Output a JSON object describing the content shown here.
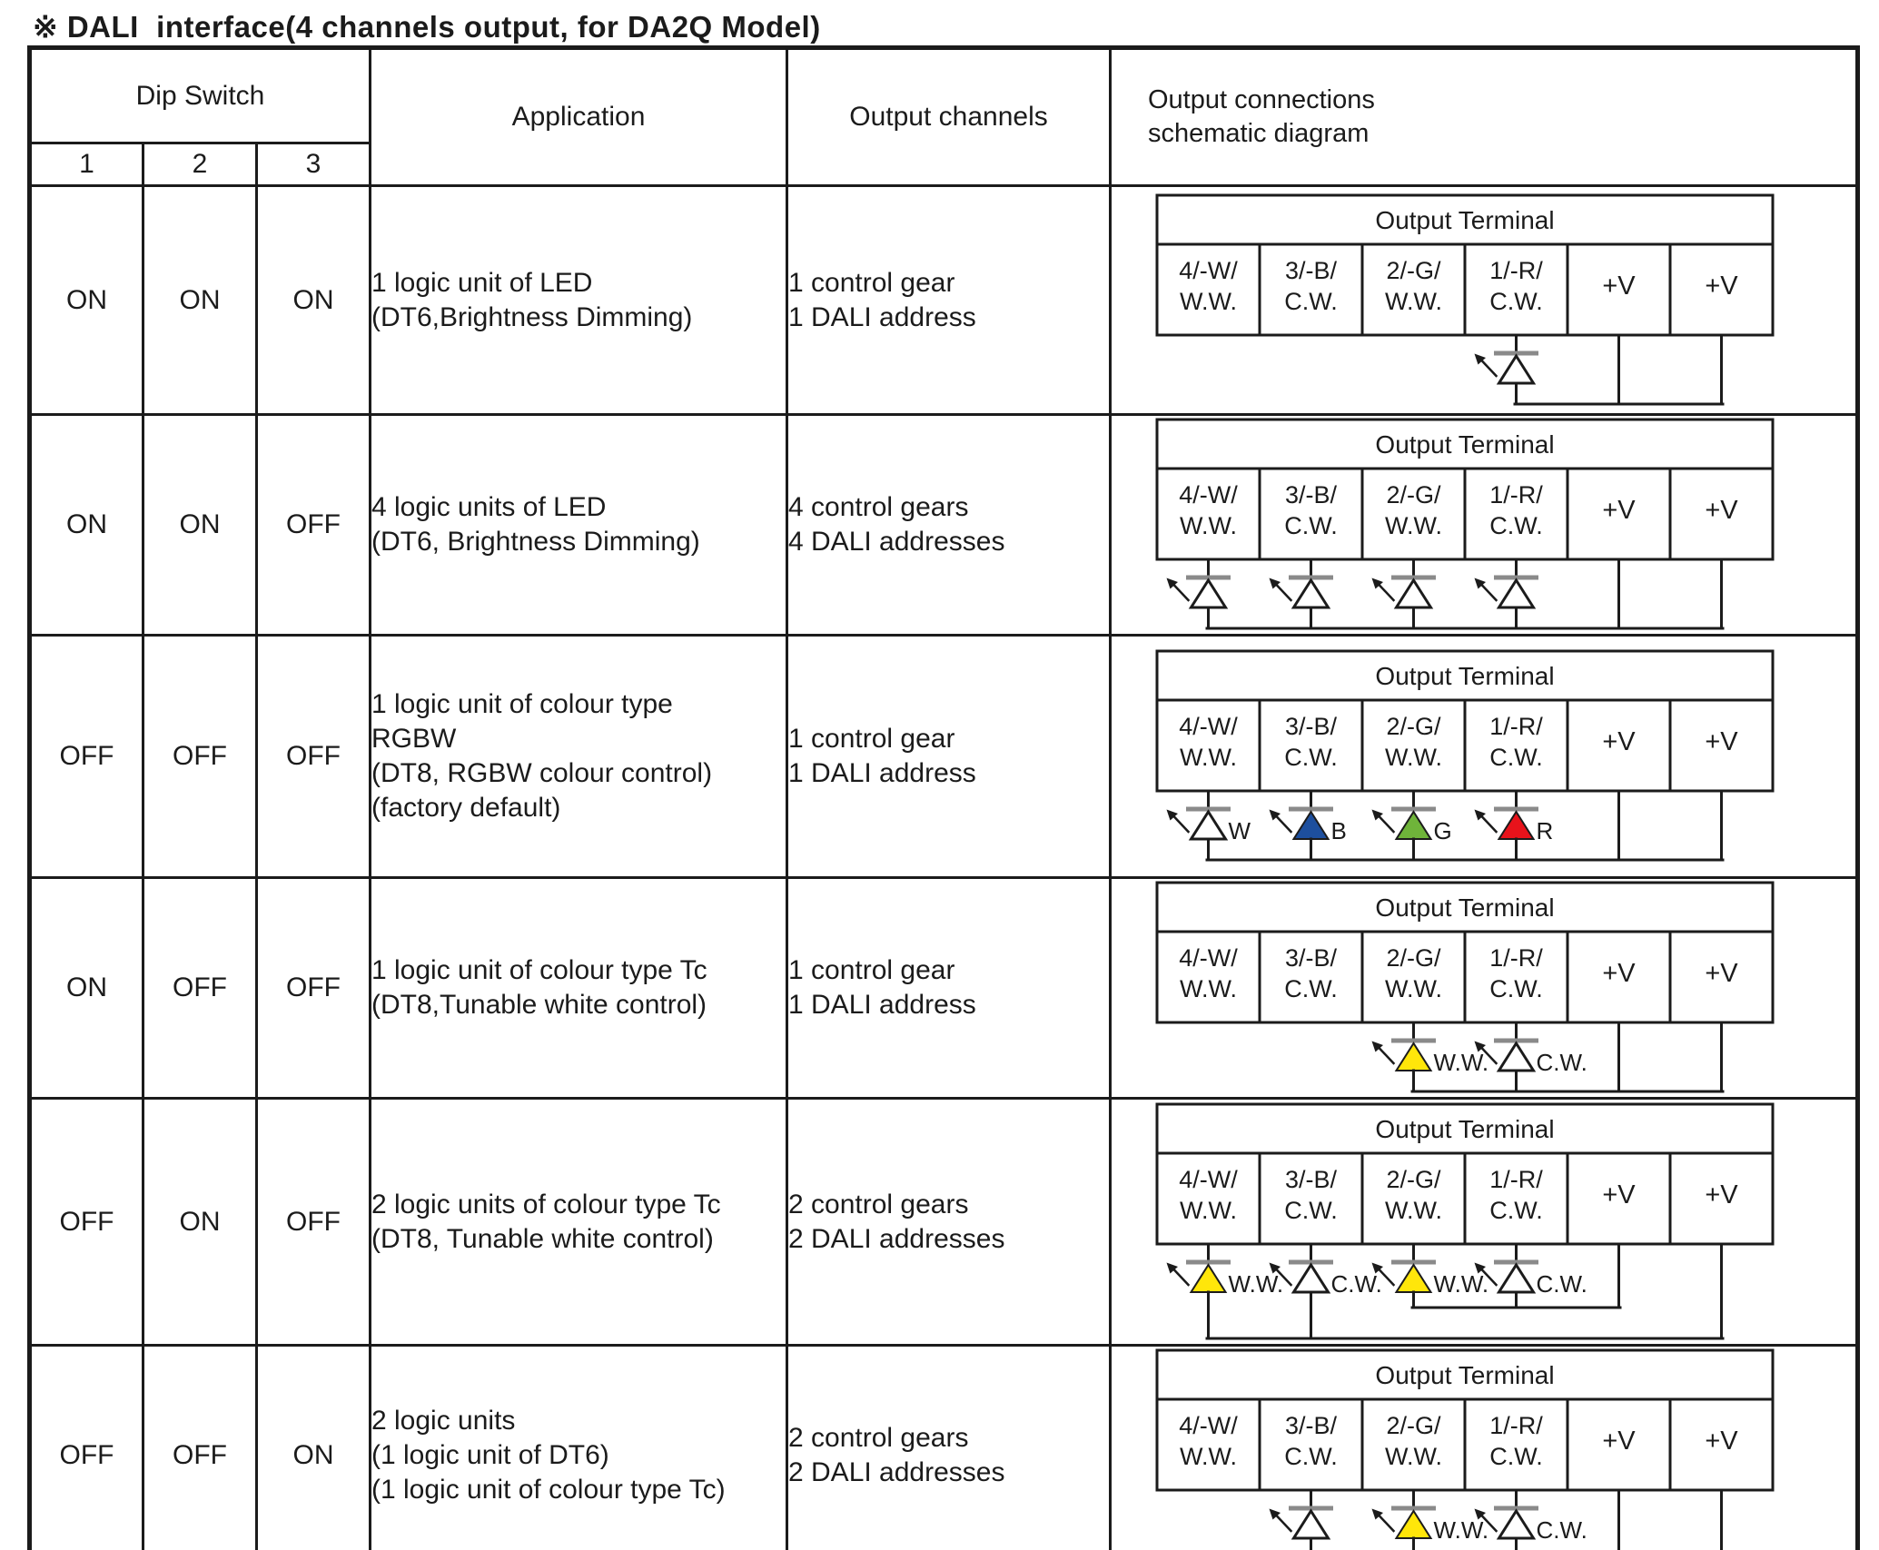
{
  "title": "※ DALI  interface(4 channels output, for DA2Q Model)",
  "table": {
    "headers": {
      "dip_switch": "Dip Switch",
      "dip_cols": [
        "1",
        "2",
        "3"
      ],
      "application": "Application",
      "output_channels": "Output channels",
      "output_connections": [
        "Output connections",
        "schematic diagram"
      ]
    },
    "terminal": {
      "title": "Output Terminal",
      "cells": [
        [
          "4/-W/",
          "W.W."
        ],
        [
          "3/-B/",
          "C.W."
        ],
        [
          "2/-G/",
          "W.W."
        ],
        [
          "1/-R/",
          "C.W."
        ],
        [
          "+V"
        ],
        [
          "+V"
        ]
      ]
    },
    "colors": {
      "white": "#ffffff",
      "blue": "#1d4f9e",
      "green": "#6fb43a",
      "red": "#e8131b",
      "yellow": "#ffe60a",
      "wire": "#1b1b1b",
      "cathode_bar": "#8a8a8a"
    },
    "rows": [
      {
        "dip": [
          "ON",
          "ON",
          "ON"
        ],
        "application": [
          "1 logic unit of LED",
          "(DT6,Brightness Dimming)"
        ],
        "channels": [
          "1 control gear",
          "1 DALI address"
        ],
        "diagram": {
          "leds": [
            {
              "ch": 3,
              "color": "white",
              "label": ""
            }
          ],
          "buses": [
            {
              "leds": [
                3
              ],
              "risers": [
                4,
                5
              ],
              "level": 0
            }
          ]
        }
      },
      {
        "dip": [
          "ON",
          "ON",
          "OFF"
        ],
        "application": [
          "4 logic units of LED",
          "(DT6, Brightness Dimming)"
        ],
        "channels": [
          "4 control gears",
          "4 DALI addresses"
        ],
        "diagram": {
          "leds": [
            {
              "ch": 0,
              "color": "white",
              "label": ""
            },
            {
              "ch": 1,
              "color": "white",
              "label": ""
            },
            {
              "ch": 2,
              "color": "white",
              "label": ""
            },
            {
              "ch": 3,
              "color": "white",
              "label": ""
            }
          ],
          "buses": [
            {
              "leds": [
                0,
                1,
                2,
                3
              ],
              "risers": [
                4,
                5
              ],
              "level": 0
            }
          ]
        }
      },
      {
        "dip": [
          "OFF",
          "OFF",
          "OFF"
        ],
        "application": [
          "1 logic unit of colour type",
          "RGBW",
          "(DT8, RGBW colour control)",
          "(factory default)"
        ],
        "channels": [
          "1 control gear",
          "1 DALI address"
        ],
        "diagram": {
          "leds": [
            {
              "ch": 0,
              "color": "white",
              "label": "W"
            },
            {
              "ch": 1,
              "color": "blue",
              "label": "B"
            },
            {
              "ch": 2,
              "color": "green",
              "label": "G"
            },
            {
              "ch": 3,
              "color": "red",
              "label": "R"
            }
          ],
          "buses": [
            {
              "leds": [
                0,
                1,
                2,
                3
              ],
              "risers": [
                4,
                5
              ],
              "level": 0
            }
          ]
        }
      },
      {
        "dip": [
          "ON",
          "OFF",
          "OFF"
        ],
        "application": [
          "1 logic unit of colour type Tc",
          "(DT8,Tunable white control)"
        ],
        "channels": [
          "1 control gear",
          "1 DALI address"
        ],
        "diagram": {
          "leds": [
            {
              "ch": 2,
              "color": "yellow",
              "label": "W.W."
            },
            {
              "ch": 3,
              "color": "white",
              "label": "C.W."
            }
          ],
          "buses": [
            {
              "leds": [
                2,
                3
              ],
              "risers": [
                4,
                5
              ],
              "level": 0
            }
          ]
        }
      },
      {
        "dip": [
          "OFF",
          "ON",
          "OFF"
        ],
        "application": [
          "2 logic units of colour type Tc",
          "(DT8, Tunable white control)"
        ],
        "channels": [
          "2 control gears",
          "2 DALI addresses"
        ],
        "diagram": {
          "leds": [
            {
              "ch": 0,
              "color": "yellow",
              "label": "W.W."
            },
            {
              "ch": 1,
              "color": "white",
              "label": "C.W."
            },
            {
              "ch": 2,
              "color": "yellow",
              "label": "W.W."
            },
            {
              "ch": 3,
              "color": "white",
              "label": "C.W."
            }
          ],
          "buses": [
            {
              "leds": [
                2,
                3
              ],
              "risers": [
                4
              ],
              "level": 0
            },
            {
              "leds": [
                0,
                1
              ],
              "risers": [
                5
              ],
              "level": 1
            }
          ]
        }
      },
      {
        "dip": [
          "OFF",
          "OFF",
          "ON"
        ],
        "application": [
          "2 logic units",
          "(1 logic unit of DT6)",
          "(1 logic unit of colour type Tc)"
        ],
        "channels": [
          "2 control gears",
          "2 DALI addresses"
        ],
        "diagram": {
          "leds": [
            {
              "ch": 1,
              "color": "white",
              "label": ""
            },
            {
              "ch": 2,
              "color": "yellow",
              "label": "W.W."
            },
            {
              "ch": 3,
              "color": "white",
              "label": "C.W."
            }
          ],
          "buses": [
            {
              "leds": [
                1,
                2,
                3
              ],
              "risers": [
                4,
                5
              ],
              "level": 0
            }
          ]
        }
      }
    ]
  }
}
